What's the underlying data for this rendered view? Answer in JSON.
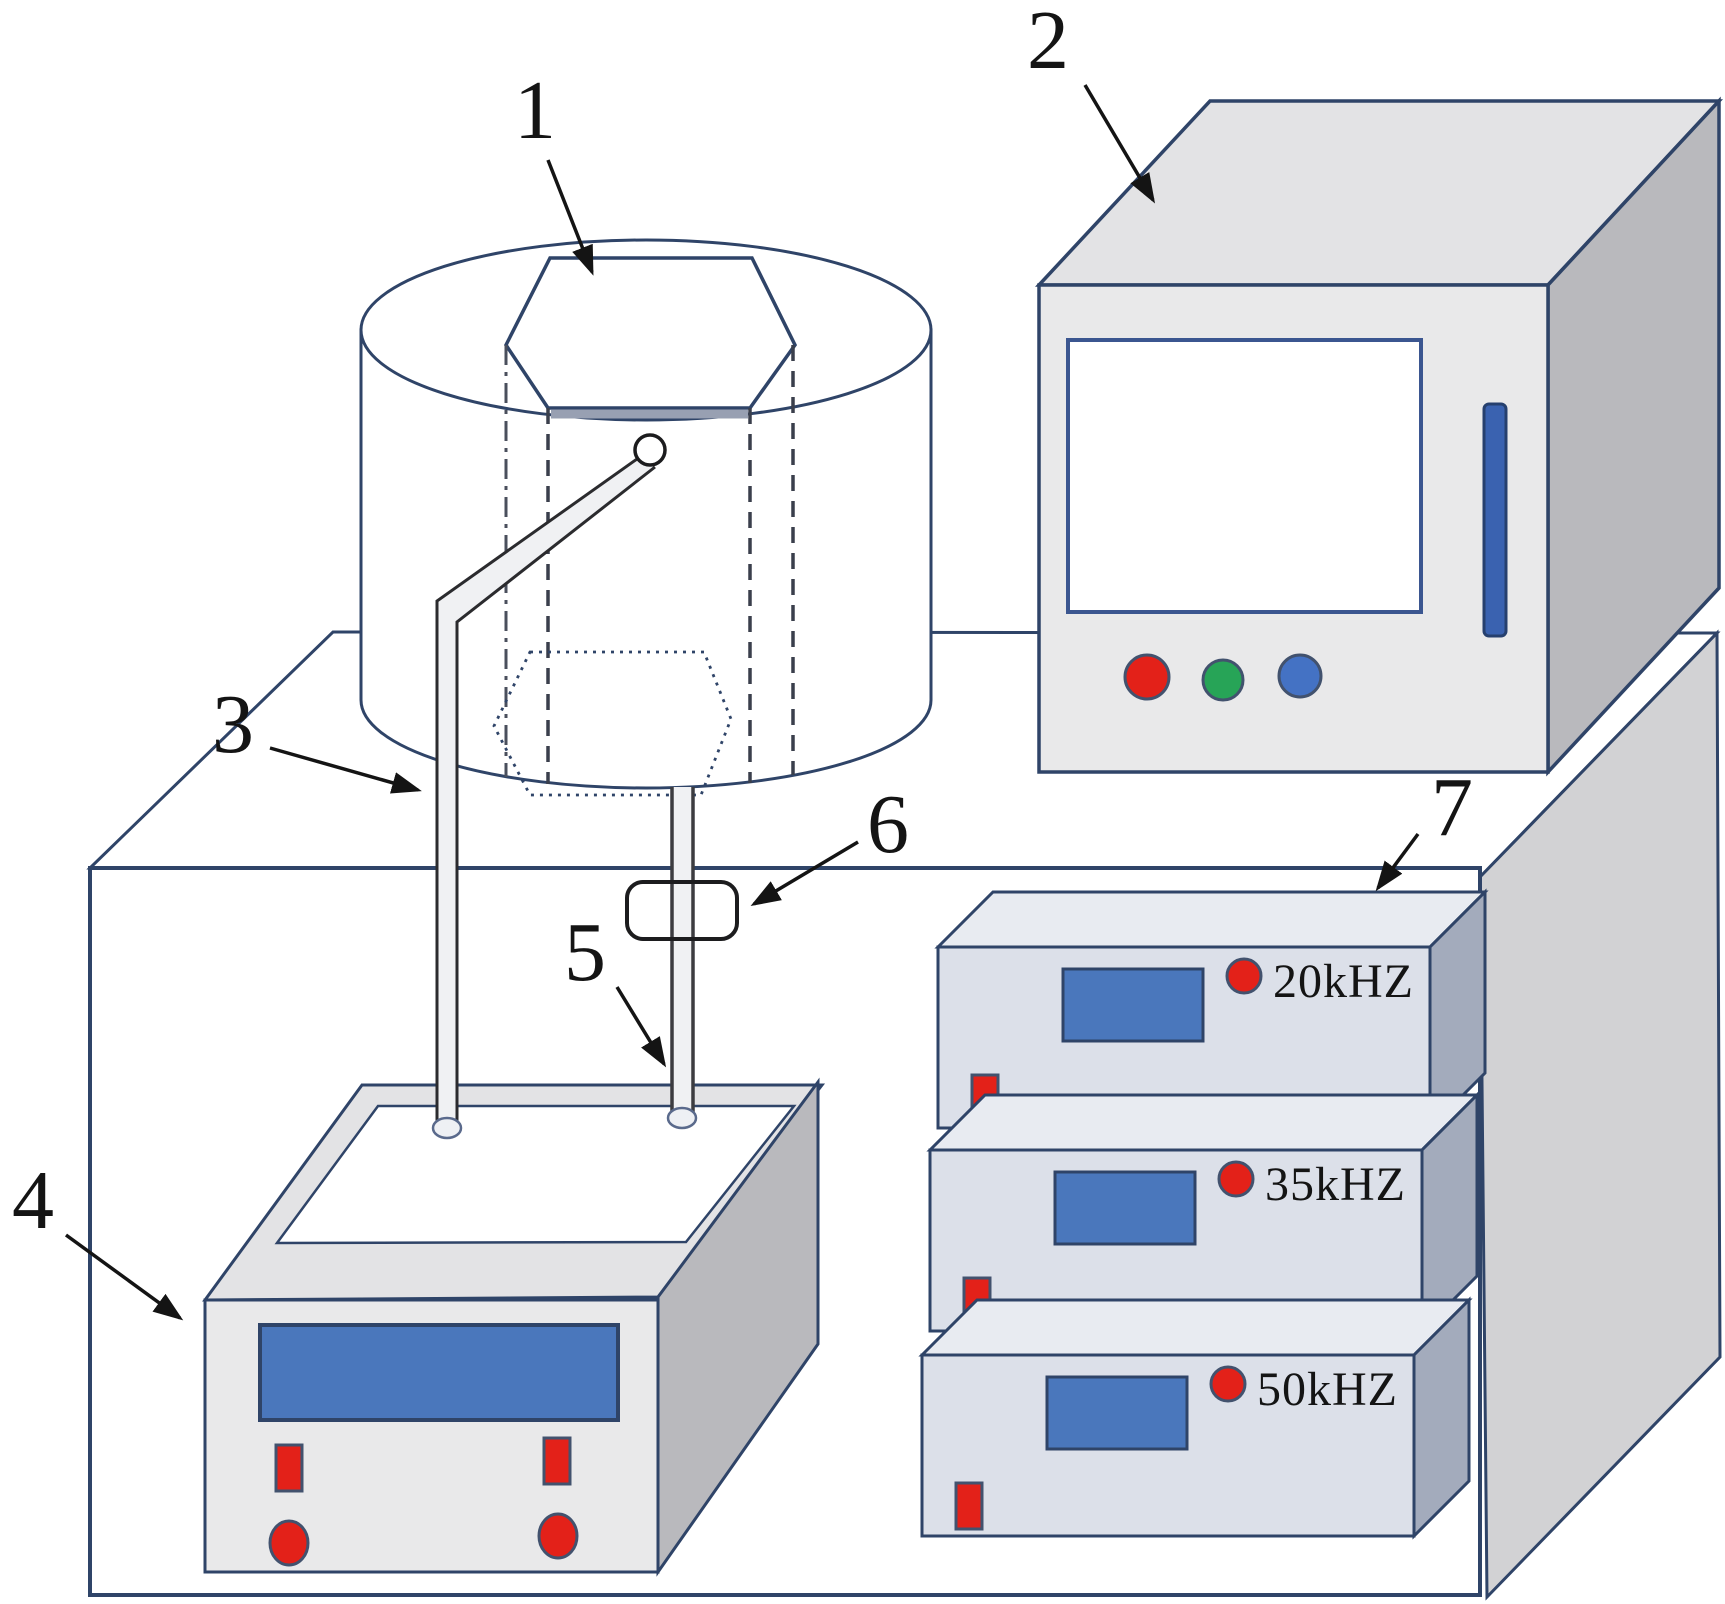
{
  "diagram": {
    "callouts": [
      {
        "number": "1",
        "target": "hexagonal-specimen-in-beaker"
      },
      {
        "number": "2",
        "target": "furnace-cabinet"
      },
      {
        "number": "3",
        "target": "thermocouple-tube"
      },
      {
        "number": "4",
        "target": "water-bath-unit"
      },
      {
        "number": "5",
        "target": "support-shaft"
      },
      {
        "number": "6",
        "target": "shaft-clamp"
      },
      {
        "number": "7",
        "target": "ultrasonic-generator-stack"
      }
    ],
    "generators": [
      {
        "label": "20kHZ"
      },
      {
        "label": "35kHZ"
      },
      {
        "label": "50kHZ"
      }
    ],
    "colors": {
      "outline": "#2f4468",
      "ink_black": "#141414",
      "table_side": "#d2d2d4",
      "cabinet_front": "#e9e9ea",
      "cabinet_top": "#e3e3e5",
      "cabinet_side": "#b9b9bd",
      "generator_front": "#dce0e9",
      "generator_top": "#e8ebf1",
      "generator_side": "#a3abbc",
      "screen_blue": "#4a77bc",
      "handle_blue": "#3a62b0",
      "led_red": "#e32119",
      "button_green": "#27a457",
      "button_blue": "#4472c4",
      "tube_fill": "#f0f1f3",
      "white": "#ffffff"
    }
  }
}
